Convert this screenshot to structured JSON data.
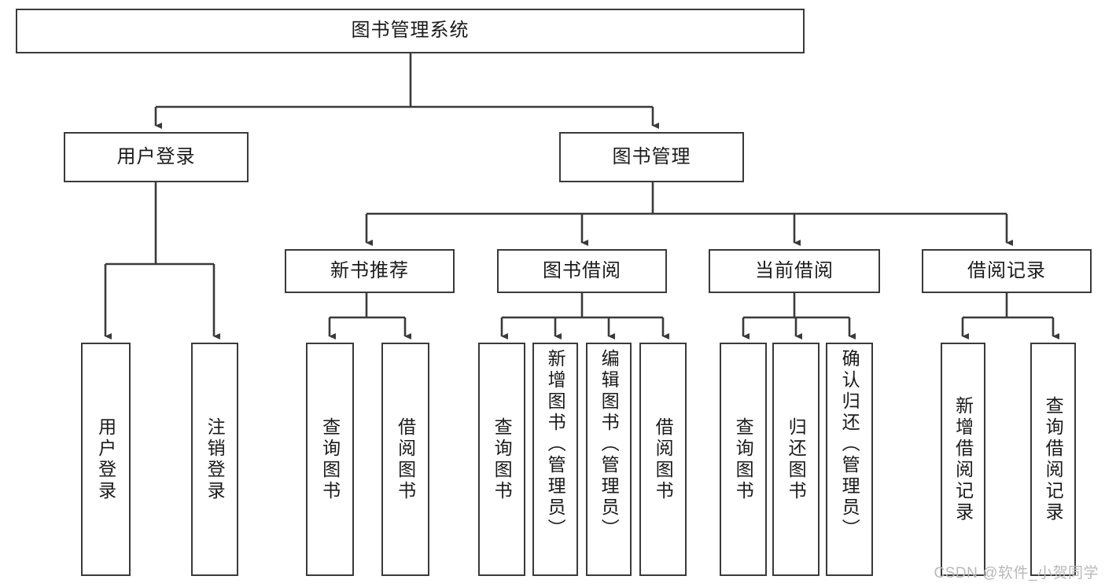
{
  "diagram": {
    "type": "tree-hierarchy",
    "title": "图书管理系统",
    "watermark": "CSDN @软件_小贺同学",
    "colors": {
      "stroke": "#3a3a3a",
      "fill": "#ffffff",
      "text": "#1a1a1a",
      "watermark": "#b9b9b9"
    },
    "root": {
      "label": "图书管理系统",
      "orientation": "horizontal"
    },
    "level1": [
      {
        "label": "用户登录",
        "orientation": "horizontal"
      },
      {
        "label": "图书管理",
        "orientation": "horizontal"
      }
    ],
    "level2": [
      {
        "label": "新书推荐",
        "orientation": "horizontal"
      },
      {
        "label": "图书借阅",
        "orientation": "horizontal"
      },
      {
        "label": "当前借阅",
        "orientation": "horizontal"
      },
      {
        "label": "借阅记录",
        "orientation": "horizontal"
      }
    ],
    "leaves": {
      "user_login": [
        {
          "label": "用户登录",
          "orientation": "vertical",
          "align": "center"
        },
        {
          "label": "注销登录",
          "orientation": "vertical",
          "align": "center"
        }
      ],
      "new_book_recommend": [
        {
          "label": "查询图书",
          "orientation": "vertical",
          "align": "center"
        },
        {
          "label": "借阅图书",
          "orientation": "vertical",
          "align": "center"
        }
      ],
      "book_borrow": [
        {
          "label": "查询图书",
          "orientation": "vertical",
          "align": "center"
        },
        {
          "label": "新增图书（管理员）",
          "orientation": "vertical",
          "align": "top"
        },
        {
          "label": "编辑图书（管理员）",
          "orientation": "vertical",
          "align": "top"
        },
        {
          "label": "借阅图书",
          "orientation": "vertical",
          "align": "center"
        }
      ],
      "current_borrow": [
        {
          "label": "查询图书",
          "orientation": "vertical",
          "align": "center"
        },
        {
          "label": "归还图书",
          "orientation": "vertical",
          "align": "center"
        },
        {
          "label": "确认归还（管理员）",
          "orientation": "vertical",
          "align": "top"
        }
      ],
      "borrow_record": [
        {
          "label": "新增借阅记录",
          "orientation": "vertical",
          "align": "center"
        },
        {
          "label": "查询借阅记录",
          "orientation": "vertical",
          "align": "center"
        }
      ]
    }
  }
}
